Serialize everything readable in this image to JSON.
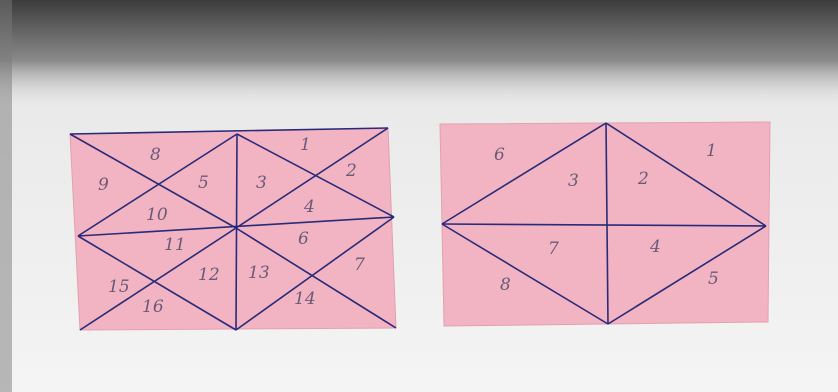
{
  "photo": {
    "background_color": "#f0f0f0",
    "shadow_color": "#5a5a5a",
    "paper_color": "#f2b4c2",
    "line_color": "#2a2a7a",
    "ink_color": "#6a5a78"
  },
  "left_sheet": {
    "labels": [
      "8",
      "1",
      "9",
      "5",
      "3",
      "2",
      "4",
      "10",
      "11",
      "6",
      "12",
      "13",
      "7",
      "15",
      "16",
      "14"
    ]
  },
  "right_sheet": {
    "labels": [
      "6",
      "1",
      "3",
      "2",
      "7",
      "4",
      "8",
      "5"
    ]
  }
}
